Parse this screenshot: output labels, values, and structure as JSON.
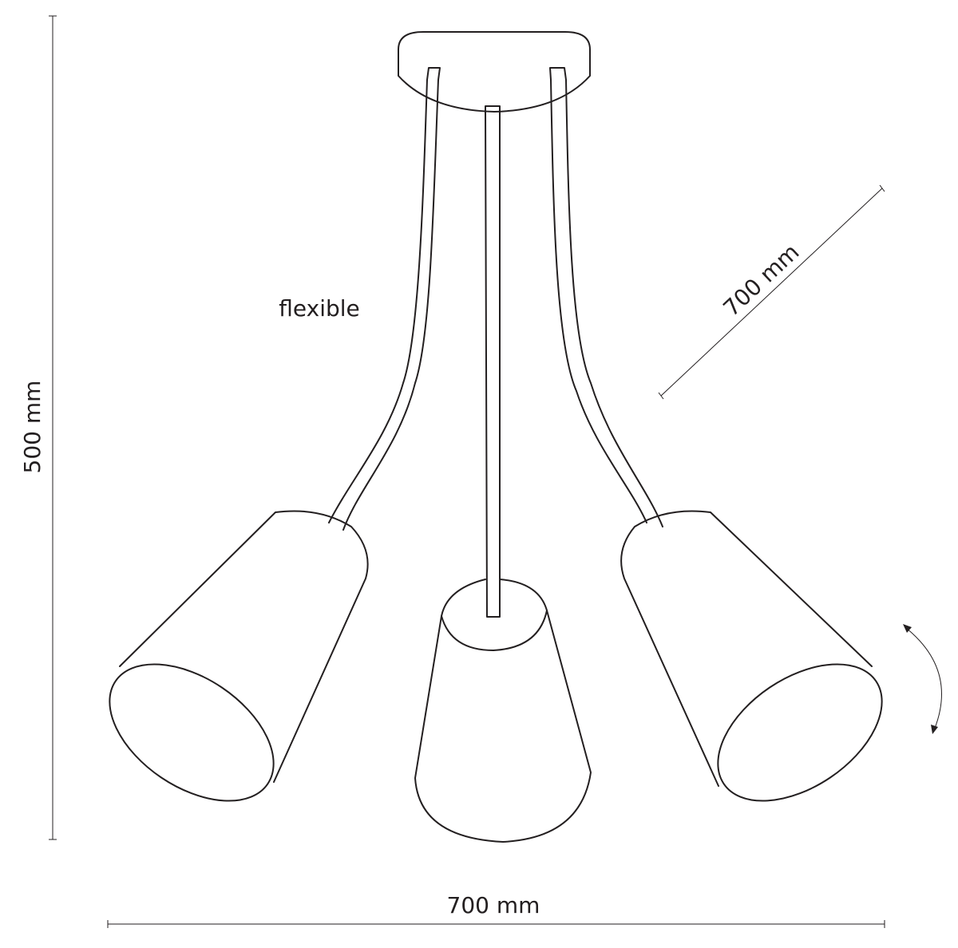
{
  "labels": {
    "height": "500 mm",
    "width": "700 mm",
    "arm_length": "700 mm",
    "flexible": "flexible"
  },
  "colors": {
    "line": "#231f20",
    "background": "#ffffff"
  }
}
